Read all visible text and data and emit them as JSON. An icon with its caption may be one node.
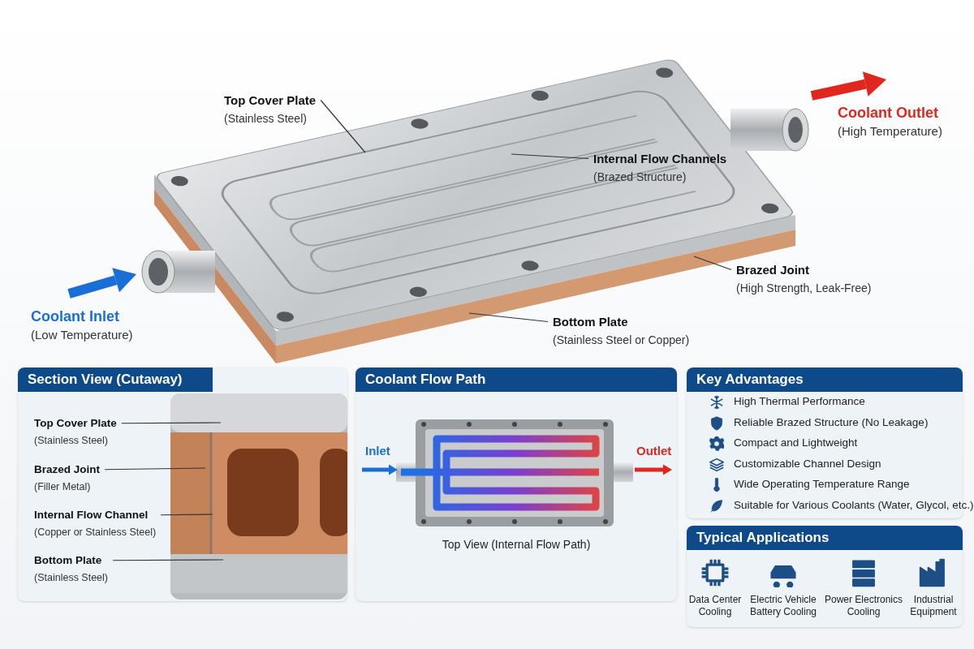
{
  "diagram": {
    "nodes": [
      {
        "text": [
          "Top Cover Plate",
          "(Stainless Steel)"
        ]
      },
      {
        "text": [
          "Internal Flow Channels",
          "(Brazed Structure)"
        ]
      },
      {
        "text": [
          "Brazed Joint",
          "(High Strength, Leak-Free)"
        ]
      },
      {
        "text": [
          "Bottom Plate",
          "(Stainless Steel or Copper)"
        ]
      },
      {
        "text": [
          "Section View (Cutaway)"
        ]
      },
      {
        "text": [
          "Top Cover Plate",
          "(Stainless Steel)"
        ],
        "in": 4
      },
      {
        "text": [
          "Brazed Joint",
          "(Filler Metal)"
        ],
        "in": 4
      },
      {
        "text": [
          "Internal Flow Channel",
          "(Copper or Stainless Steel)"
        ],
        "in": 4
      },
      {
        "text": [
          "Bottom Plate",
          "(Stainless Steel)"
        ],
        "in": 4
      },
      {
        "text": [
          "Coolant Flow Path"
        ]
      },
      {
        "text": [
          "Key Advantages"
        ]
      },
      {
        "text": [
          "Typical Applications"
        ]
      }
    ],
    "edges": [
      {
        "from": 0,
        "to": null,
        "arrow": "none"
      },
      {
        "from": 1,
        "to": null,
        "arrow": "none"
      },
      {
        "from": 2,
        "to": null,
        "arrow": "none"
      },
      {
        "from": 3,
        "to": null,
        "arrow": "none"
      },
      {
        "from": 5,
        "to": null,
        "arrow": "none"
      },
      {
        "from": 6,
        "to": null,
        "arrow": "none"
      },
      {
        "from": 7,
        "to": null,
        "arrow": "none"
      },
      {
        "from": 8,
        "to": null,
        "arrow": "none"
      }
    ],
    "labels": [
      "Coolant Outlet",
      "(High Temperature)",
      "Coolant Inlet",
      "(Low Temperature)",
      "Inlet",
      "Outlet",
      "Top View (Internal Flow Path)",
      "High Thermal Performance",
      "Reliable Brazed Structure (No Leakage)",
      "Compact and Lightweight",
      "Customizable Channel Design",
      "Wide Operating Temperature Range",
      "Suitable for Various Coolants (Water, Glycol, etc.)",
      "Data Center Cooling",
      "Electric Vehicle Battery Cooling",
      "Power Electronics Cooling",
      "Industrial Equipment"
    ]
  }
}
